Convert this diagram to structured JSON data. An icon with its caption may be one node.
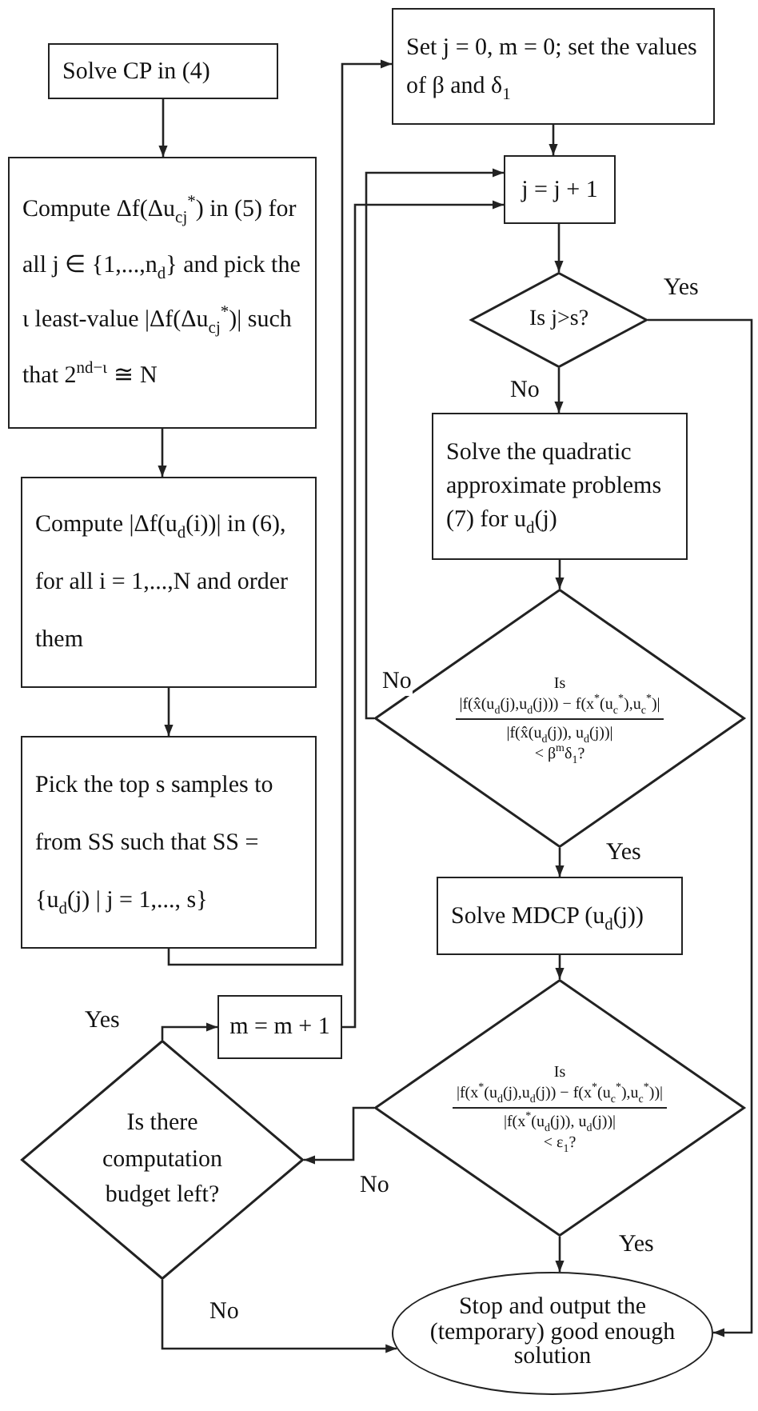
{
  "diagram": {
    "nodes": [
      {
        "text": [
          "Solve CP in (4)"
        ]
      },
      {
        "text": [
          "Compute Δf(Δu$_{cj}$$^{*}$) in (5) for all j ∈ {1,...,n$_{d}$} and pick the ι least-value |Δf(Δu$_{cj}$$^{*}$)| such that 2$^{nd−ι}$ ≅ N"
        ]
      },
      {
        "text": [
          "Compute |Δf(u$_{d}$(i))| in (6), for all i = 1,...,N and order them"
        ]
      },
      {
        "text": [
          "Pick the top s samples to from SS such that SS = {u$_{d}$(j) | j = 1,..., s}"
        ]
      },
      {
        "text": [
          "Set j = 0, m = 0; set the values of β and δ$_{1}$"
        ]
      },
      {
        "text": [
          "j = j + 1"
        ]
      },
      {
        "text": [
          "Is j>s?"
        ]
      },
      {
        "text": [
          "Solve the quadratic approximate problems (7) for u$_{d}$(j)"
        ]
      },
      {
        "text": [
          "Is",
          "|f(x̂(u$_{d}$(j),u$_{d}$(j))) − f(x$^{*}$(u$_{c}$$^{*}$),u$_{c}$$^{*}$)|",
          "|f(x̂(u$_{d}$(j)), u$_{d}$(j))|",
          "< β$^{m}$δ$_{1}$?"
        ]
      },
      {
        "text": [
          "Solve MDCP (u$_{d}$(j))"
        ]
      },
      {
        "text": [
          "m = m + 1"
        ]
      },
      {
        "text": [
          "Is",
          "|f(x$^{*}$(u$_{d}$(j),u$_{d}$(j)) − f(x$^{*}$(u$_{c}$$^{*}$),u$_{c}$$^{*}$))|",
          "|f(x$^{*}$(u$_{d}$(j)), u$_{d}$(j))|",
          "< ε$_{1}$?"
        ]
      },
      {
        "text": [
          "Is there computation budget left?"
        ]
      },
      {
        "text": [
          "Stop and output the (temporary) good enough solution"
        ]
      }
    ],
    "edges": [
      {
        "from": 0,
        "to": 1,
        "arrow": "to"
      },
      {
        "from": 1,
        "to": 2,
        "arrow": "to"
      },
      {
        "from": 2,
        "to": 3,
        "arrow": "to"
      },
      {
        "from": 3,
        "to": 4,
        "arrow": "to"
      },
      {
        "from": 4,
        "to": 5,
        "arrow": "to"
      },
      {
        "from": 5,
        "to": 6,
        "arrow": "to"
      },
      {
        "from": 6,
        "to": 7,
        "arrow": "to",
        "label": "No"
      },
      {
        "from": 6,
        "to": 13,
        "arrow": "to",
        "label": "Yes"
      },
      {
        "from": 7,
        "to": 8,
        "arrow": "to"
      },
      {
        "from": 8,
        "to": 9,
        "arrow": "to",
        "label": "Yes"
      },
      {
        "from": 8,
        "to": 5,
        "arrow": "to",
        "label": "No"
      },
      {
        "from": 9,
        "to": 11,
        "arrow": "to"
      },
      {
        "from": 11,
        "to": 13,
        "arrow": "to",
        "label": "Yes"
      },
      {
        "from": 11,
        "to": 12,
        "arrow": "to",
        "label": "No"
      },
      {
        "from": 12,
        "to": 10,
        "arrow": "to",
        "label": "Yes"
      },
      {
        "from": 12,
        "to": 13,
        "arrow": "to",
        "label": "No"
      },
      {
        "from": 10,
        "to": 5,
        "arrow": "to"
      }
    ]
  }
}
